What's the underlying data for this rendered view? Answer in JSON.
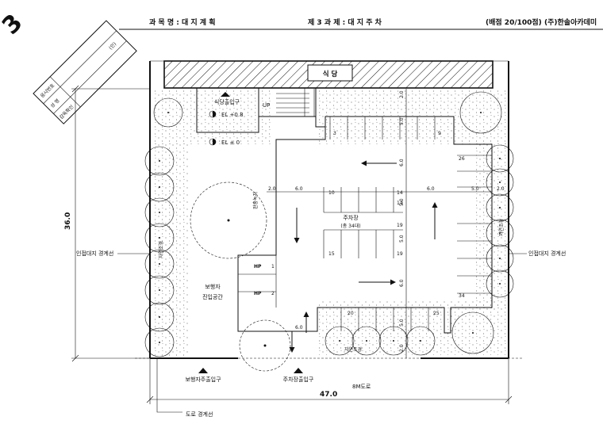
{
  "header": {
    "exam_number": "3",
    "subject": "과 목 명 : 대 지 계 획",
    "task": "제 3 과 제 : 대 지 주 차",
    "score": "(배점 20/100점)",
    "academy": "(주)한솔아카데미",
    "stamp_labels": [
      "응시번호",
      "성  명",
      "감독확인"
    ],
    "stamp_seal": "(인)"
  },
  "building": {
    "label": "식   당",
    "entrance_label": "식당출입구",
    "el_upper": "EL +0.8",
    "el_ground": "EL ± 0",
    "stair_label": "UP"
  },
  "parking": {
    "center_label": "주차장",
    "center_count": "(총 34대)",
    "hp_labels": [
      "HP",
      "HP"
    ],
    "hp_numbers": [
      "1",
      "2"
    ],
    "stall_numbers": [
      "3",
      "9",
      "10",
      "14",
      "15",
      "19",
      "20",
      "25",
      "26",
      "34"
    ],
    "aisle_dims": [
      "6.0",
      "6.0",
      "6.0",
      "6.0"
    ],
    "stall_dims": [
      "5.0",
      "5.0",
      "5.0",
      "5.0",
      "5.0"
    ],
    "small_dims": [
      "2.0",
      "2.0",
      "2.0",
      "2.0"
    ],
    "entrance_dim": "6.0"
  },
  "site": {
    "green_left": "자연조경",
    "green_right": "자연조경",
    "green_bottom": "자연조경",
    "green_top_left": "완충녹지",
    "pedestrian_space": [
      "보행자",
      "진입공간"
    ],
    "pedestrian_entrance": "보행자주출입구",
    "parking_entrance": "주차장출입구",
    "road": "8M도로",
    "road_boundary": "도로 경계선",
    "neighbor_boundary_left": "인접대지 경계선",
    "neighbor_boundary_right": "인접대지 경계선",
    "width_dim": "47.0",
    "depth_dim": "36.0"
  }
}
